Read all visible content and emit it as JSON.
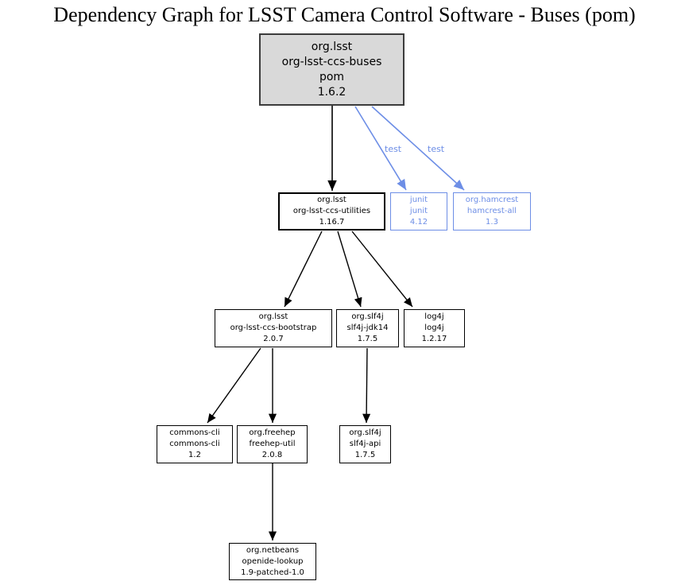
{
  "title": "Dependency Graph for LSST Camera Control Software - Buses (pom)",
  "colors": {
    "background": "#ffffff",
    "edge_black": "#000000",
    "test_blue": "#6d8ee6",
    "root_fill": "#d9d9d9"
  },
  "edge_labels": {
    "junit": "test",
    "hamcrest": "test"
  },
  "nodes": {
    "buses": {
      "group_id": "org.lsst",
      "artifact_id": "org-lsst-ccs-buses",
      "packaging": "pom",
      "version": "1.6.2"
    },
    "utilities": {
      "group_id": "org.lsst",
      "artifact_id": "org-lsst-ccs-utilities",
      "version": "1.16.7"
    },
    "junit": {
      "group_id": "junit",
      "artifact_id": "junit",
      "version": "4.12"
    },
    "hamcrest": {
      "group_id": "org.hamcrest",
      "artifact_id": "hamcrest-all",
      "version": "1.3"
    },
    "bootstrap": {
      "group_id": "org.lsst",
      "artifact_id": "org-lsst-ccs-bootstrap",
      "version": "2.0.7"
    },
    "slf4j_jdk14": {
      "group_id": "org.slf4j",
      "artifact_id": "slf4j-jdk14",
      "version": "1.7.5"
    },
    "log4j": {
      "group_id": "log4j",
      "artifact_id": "log4j",
      "version": "1.2.17"
    },
    "commons_cli": {
      "group_id": "commons-cli",
      "artifact_id": "commons-cli",
      "version": "1.2"
    },
    "freehep_util": {
      "group_id": "org.freehep",
      "artifact_id": "freehep-util",
      "version": "2.0.8"
    },
    "slf4j_api": {
      "group_id": "org.slf4j",
      "artifact_id": "slf4j-api",
      "version": "1.7.5"
    },
    "openide_lookup": {
      "group_id": "org.netbeans",
      "artifact_id": "openide-lookup",
      "version": "1.9-patched-1.0"
    }
  },
  "edges": [
    {
      "from": "org-lsst-ccs-buses",
      "to": "org-lsst-ccs-utilities",
      "label": ""
    },
    {
      "from": "org-lsst-ccs-buses",
      "to": "junit",
      "label": "test"
    },
    {
      "from": "org-lsst-ccs-buses",
      "to": "hamcrest-all",
      "label": "test"
    },
    {
      "from": "org-lsst-ccs-utilities",
      "to": "org-lsst-ccs-bootstrap",
      "label": ""
    },
    {
      "from": "org-lsst-ccs-utilities",
      "to": "slf4j-jdk14",
      "label": ""
    },
    {
      "from": "org-lsst-ccs-utilities",
      "to": "log4j",
      "label": ""
    },
    {
      "from": "org-lsst-ccs-bootstrap",
      "to": "commons-cli",
      "label": ""
    },
    {
      "from": "org-lsst-ccs-bootstrap",
      "to": "freehep-util",
      "label": ""
    },
    {
      "from": "slf4j-jdk14",
      "to": "slf4j-api",
      "label": ""
    },
    {
      "from": "freehep-util",
      "to": "openide-lookup",
      "label": ""
    }
  ]
}
